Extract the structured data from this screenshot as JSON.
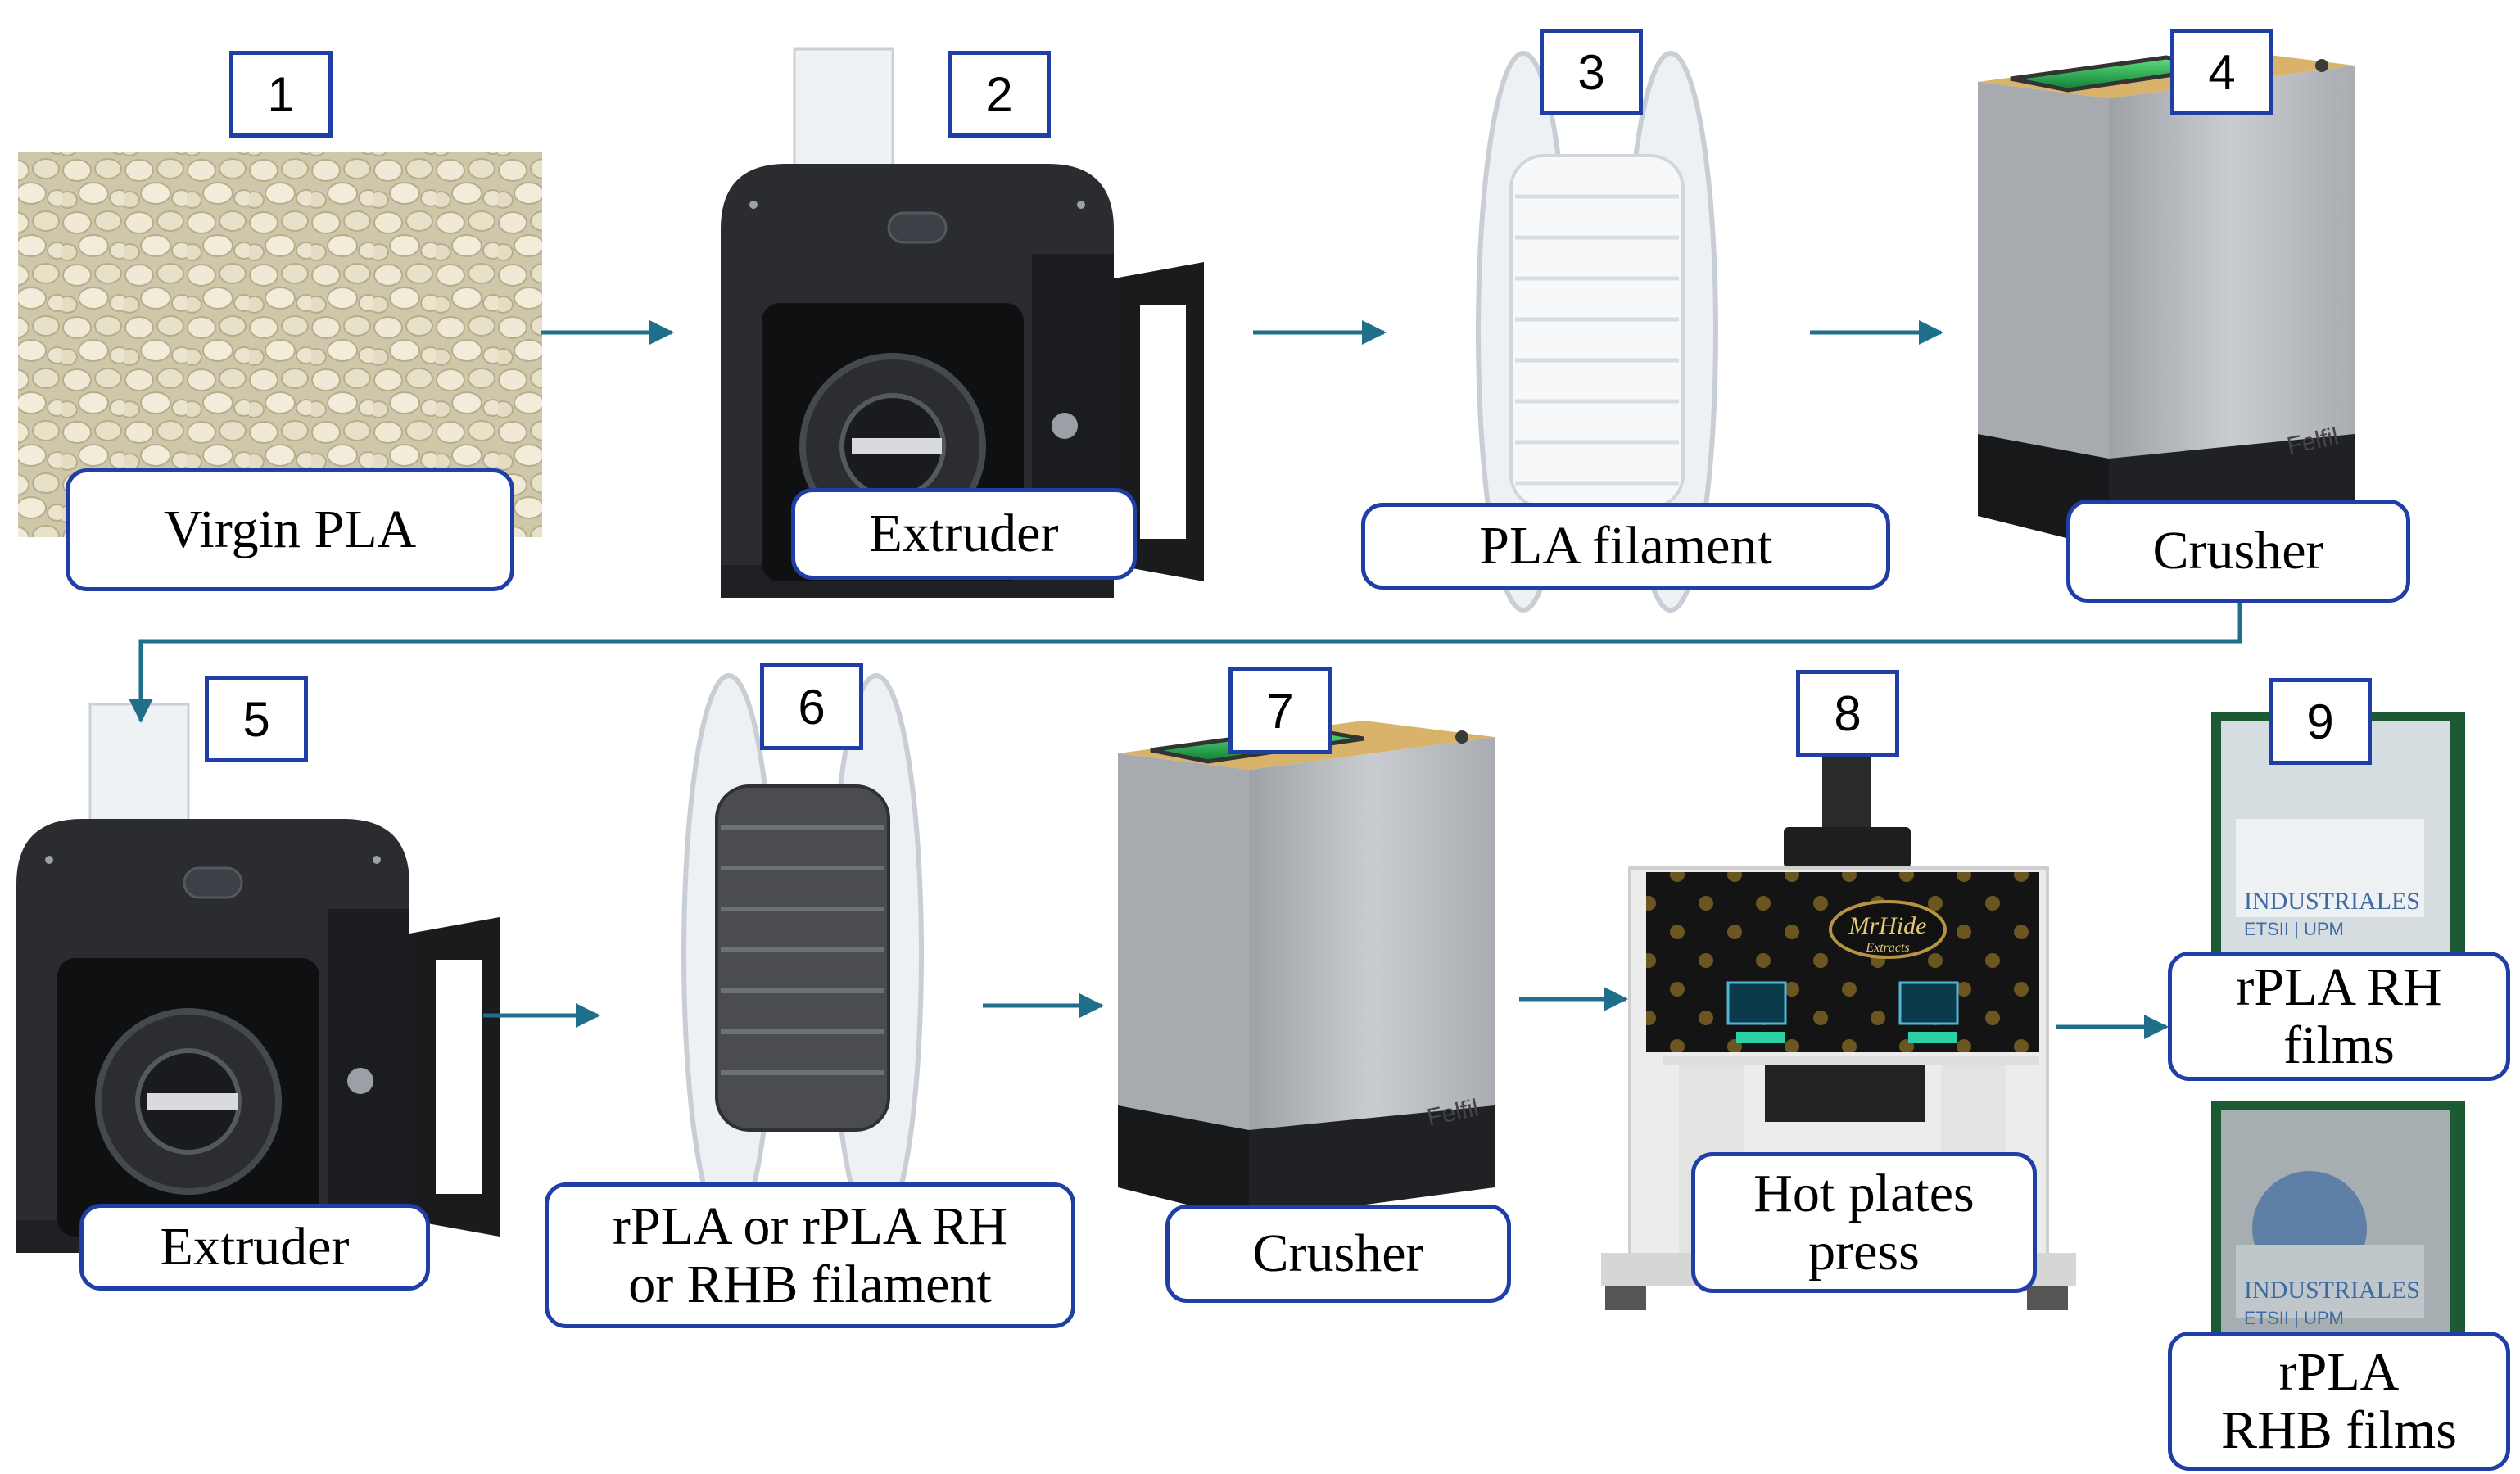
{
  "steps": [
    {
      "number": "1",
      "label": "Virgin PLA"
    },
    {
      "number": "2",
      "label": "Extruder"
    },
    {
      "number": "3",
      "label": "PLA filament"
    },
    {
      "number": "4",
      "label": "Crusher"
    },
    {
      "number": "5",
      "label": "Extruder"
    },
    {
      "number": "6",
      "label": "rPLA or rPLA RH\nor RHB filament"
    },
    {
      "number": "7",
      "label": "Crusher"
    },
    {
      "number": "8",
      "label": "Hot plates\npress"
    },
    {
      "number": "9",
      "label": "rPLA RH\nfilms"
    }
  ],
  "extra_label": "rPLA\nRHB films",
  "press_logo": "MrHide",
  "press_logo_sub": "Extracts",
  "crusher_brand": "Felfil",
  "film_print_1": "INDUSTRIALES",
  "film_print_2": "ETSII | UPM",
  "colors": {
    "box_border": "#1f3ea6",
    "arrow": "#1f6f8b",
    "machine_dark": "#2a2c30",
    "crusher_silver": "#b5b8bc",
    "crusher_lid": "#d9b36a",
    "hopper_green": "#1aa84a"
  }
}
